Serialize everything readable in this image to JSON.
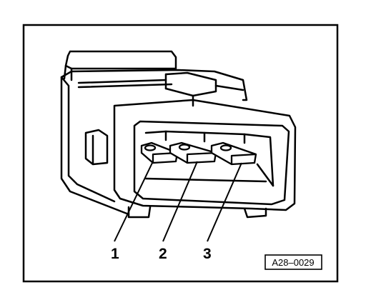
{
  "figure": {
    "callouts": [
      {
        "label": "1",
        "part": "terminal"
      },
      {
        "label": "2",
        "part": "terminal"
      },
      {
        "label": "3",
        "part": "terminal"
      }
    ],
    "reference_code": "A28–0029"
  },
  "colors": {
    "ink": "#000000",
    "paper": "#ffffff"
  }
}
